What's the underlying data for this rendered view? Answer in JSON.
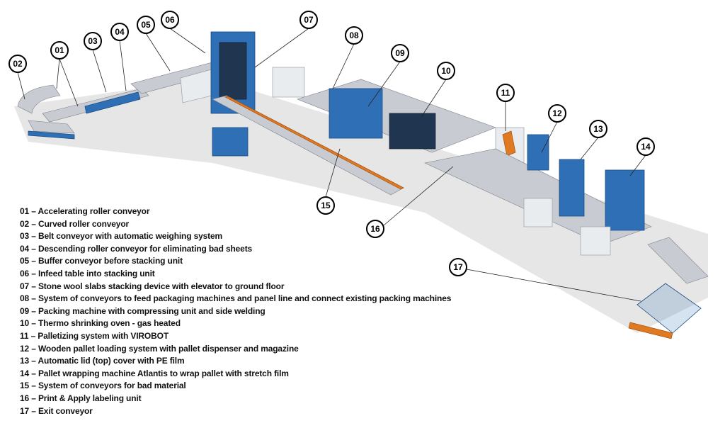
{
  "callouts": [
    "01",
    "02",
    "03",
    "04",
    "05",
    "06",
    "07",
    "08",
    "09",
    "10",
    "11",
    "12",
    "13",
    "14",
    "15",
    "16",
    "17"
  ],
  "legend": [
    "01 – Accelerating roller conveyor",
    "02 – Curved roller conveyor",
    "03 – Belt conveyor with automatic weighing system",
    "04 – Descending roller conveyor for eliminating bad sheets",
    "05 – Buffer conveyor before stacking unit",
    "06 – Infeed table into stacking unit",
    "07 – Stone wool slabs stacking device with elevator to ground floor",
    "08 – System of conveyors to feed packaging machines and panel line and connect existing packing machines",
    "09 – Packing machine with compressing unit and side welding",
    "10 – Thermo shrinking oven - gas heated",
    "11 – Palletizing system with VIROBOT",
    "12 – Wooden pallet loading system with pallet dispenser and magazine",
    "13 – Automatic lid (top) cover with PE film",
    "14 – Pallet wrapping machine Atlantis to wrap pallet with stretch film",
    "15 – System of conveyors for bad material",
    "16 – Print & Apply labeling unit",
    "17 – Exit conveyor"
  ],
  "colors": {
    "machine_blue": "#2f6fb5",
    "accent_orange": "#e07a22",
    "roller_grey": "#c8ccd2"
  }
}
